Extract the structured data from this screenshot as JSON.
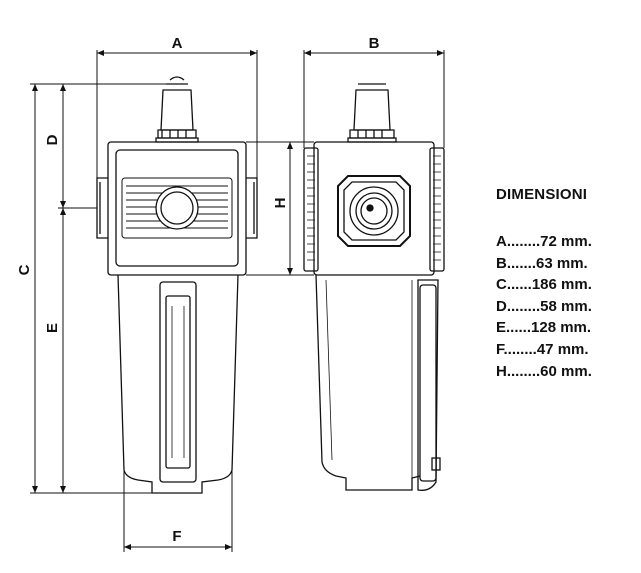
{
  "labels": {
    "A": "A",
    "B": "B",
    "C": "C",
    "D": "D",
    "E": "E",
    "F": "F",
    "H": "H"
  },
  "legend": {
    "title": "DIMENSIONI",
    "rows": [
      "A........72 mm.",
      "B.......63 mm.",
      "C......186 mm.",
      "D........58 mm.",
      "E......128 mm.",
      "F........47 mm.",
      "H........60 mm."
    ]
  }
}
